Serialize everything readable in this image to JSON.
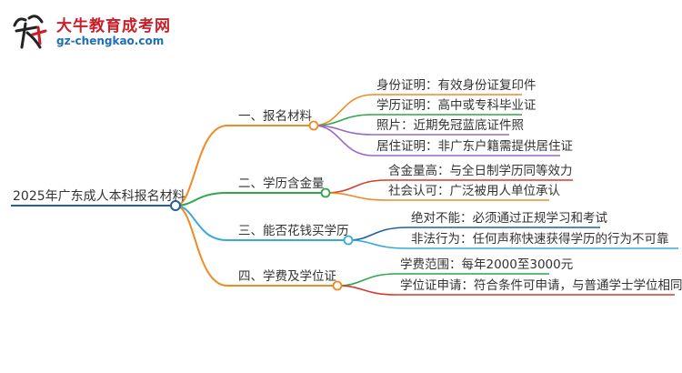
{
  "brand": {
    "title": "大牛教育成考网",
    "url": "gz-chengkao.com",
    "logo_icon": "bull-logo-icon",
    "title_color": "#c8202a",
    "url_color": "#1d6fb8"
  },
  "mindmap": {
    "root": {
      "label": "2025年广东成人本科报名材料",
      "color": "#1f5ea8"
    },
    "branches": [
      {
        "label": "一、报名材料",
        "color": "#f08a24",
        "children": [
          {
            "label": "身份证明：有效身份证复印件",
            "color": "#f08a24"
          },
          {
            "label": "学历证明：高中或专科毕业证",
            "color": "#2ea64a"
          },
          {
            "label": "照片：近期免冠蓝底证件照",
            "color": "#9a68c8"
          },
          {
            "label": "居住证明：非广东户籍需提供居住证",
            "color": "#9a68c8"
          }
        ]
      },
      {
        "label": "二、学历含金量",
        "color": "#2ea64a",
        "children": [
          {
            "label": "含金量高：与全日制学历同等效力",
            "color": "#d93a2b"
          },
          {
            "label": "社会认可：广泛被用人单位承认",
            "color": "#f08a24"
          }
        ]
      },
      {
        "label": "三、能否花钱买学历",
        "color": "#38a9d8",
        "children": [
          {
            "label": "绝对不能：必须通过正规学习和考试",
            "color": "#1f5ea8"
          },
          {
            "label": "非法行为：任何声称快速获得学历的行为不可靠",
            "color": "#38a9d8"
          }
        ]
      },
      {
        "label": "四、学费及学位证",
        "color": "#f08a24",
        "children": [
          {
            "label": "学费范围：每年2000至3000元",
            "color": "#2ea64a"
          },
          {
            "label": "学位证申请：符合条件可申请，与普通学士学位相同",
            "color": "#d93a2b"
          }
        ]
      }
    ]
  }
}
